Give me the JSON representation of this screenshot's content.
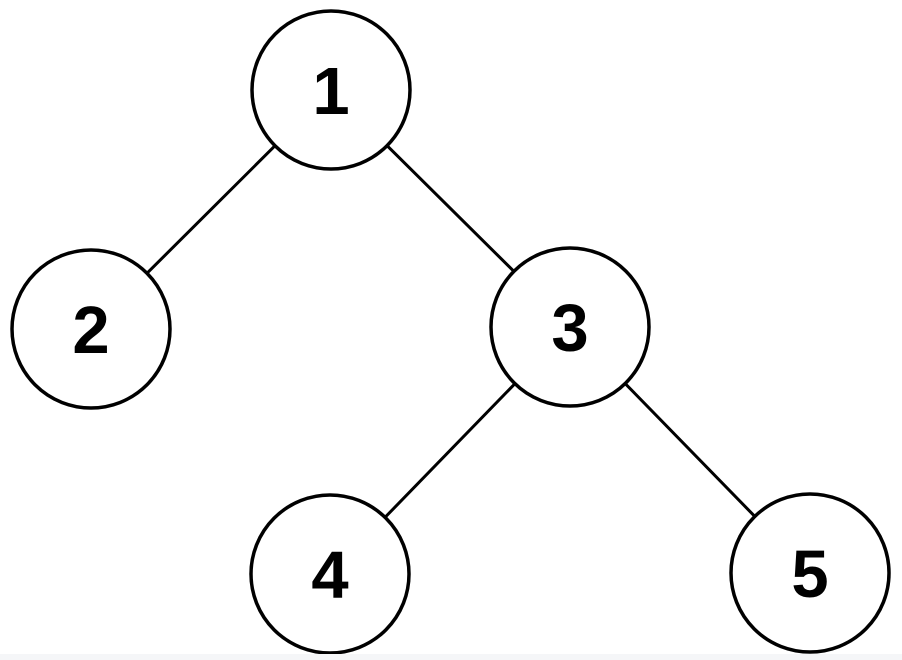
{
  "diagram": {
    "type": "binary-tree",
    "nodes": [
      {
        "id": "1",
        "label": "1",
        "parent": null,
        "side": "root"
      },
      {
        "id": "2",
        "label": "2",
        "parent": "1",
        "side": "left"
      },
      {
        "id": "3",
        "label": "3",
        "parent": "1",
        "side": "right"
      },
      {
        "id": "4",
        "label": "4",
        "parent": "3",
        "side": "left"
      },
      {
        "id": "5",
        "label": "5",
        "parent": "3",
        "side": "right"
      }
    ],
    "edges": [
      {
        "from": "1",
        "to": "2"
      },
      {
        "from": "1",
        "to": "3"
      },
      {
        "from": "3",
        "to": "4"
      },
      {
        "from": "3",
        "to": "5"
      }
    ],
    "colors": {
      "background": "#ffffff",
      "node_fill": "#ffffff",
      "node_stroke": "#000000",
      "edge": "#000000",
      "bottom_bar": "#f5f6f8"
    }
  }
}
